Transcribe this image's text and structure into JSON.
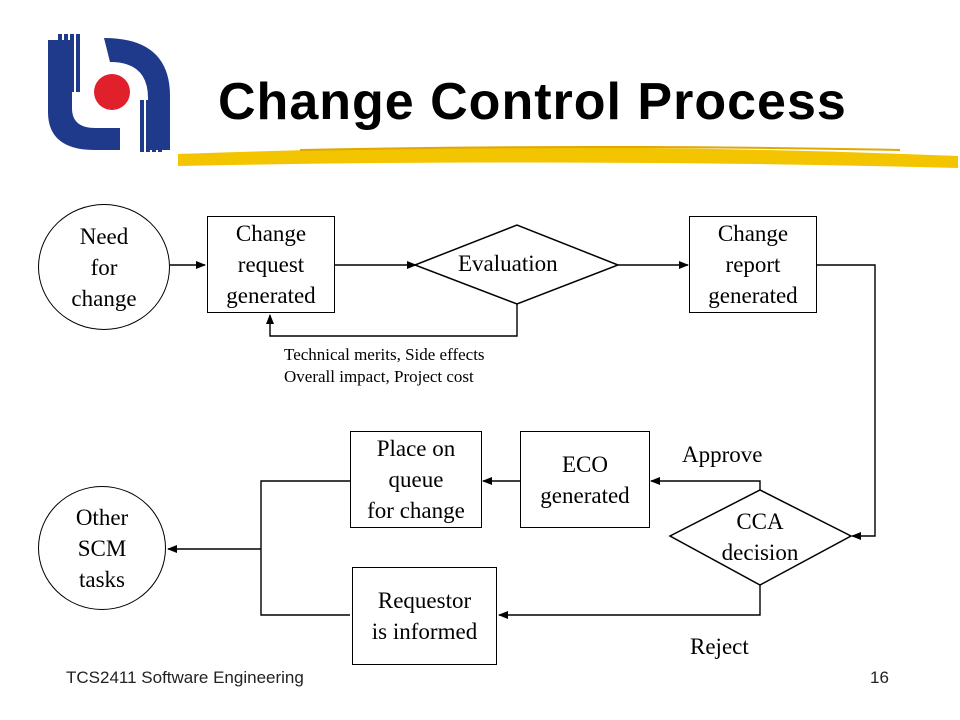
{
  "title": "Change Control Process",
  "footer": {
    "course": "TCS2411 Software Engineering",
    "page": "16"
  },
  "nodes": {
    "need_for_change": "Need\nfor\nchange",
    "change_request": "Change\nrequest\ngenerated",
    "evaluation": "Evaluation",
    "change_report": "Change\nreport\ngenerated",
    "cca_decision": "CCA\ndecision",
    "eco_generated": "ECO\ngenerated",
    "place_on_queue": "Place on\nqueue\nfor change",
    "requestor_informed": "Requestor\nis informed",
    "other_scm_tasks": "Other\nSCM\ntasks"
  },
  "evaluation_note": "Technical merits, Side effects\nOverall impact, Project cost",
  "edge_labels": {
    "approve": "Approve",
    "reject": "Reject"
  },
  "colors": {
    "logo_blue": "#1f3a8a",
    "logo_red": "#e0202a",
    "stroke_yellow": "#f2c500"
  }
}
